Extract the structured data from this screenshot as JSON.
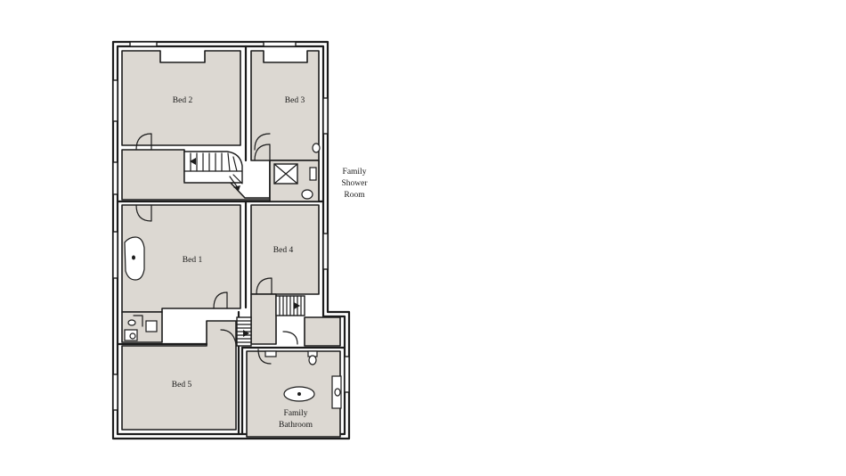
{
  "rooms": {
    "bed2": "Bed 2",
    "bed3": "Bed 3",
    "bed1": "Bed 1",
    "bed4": "Bed 4",
    "bed5": "Bed 5",
    "shower_line1": "Family",
    "shower_line2": "Shower",
    "shower_line3": "Room",
    "bath_line1": "Family",
    "bath_line2": "Bathroom"
  },
  "colors": {
    "room_fill": "#dcd8d2",
    "wall": "#1c1c1c",
    "background": "#ffffff"
  }
}
